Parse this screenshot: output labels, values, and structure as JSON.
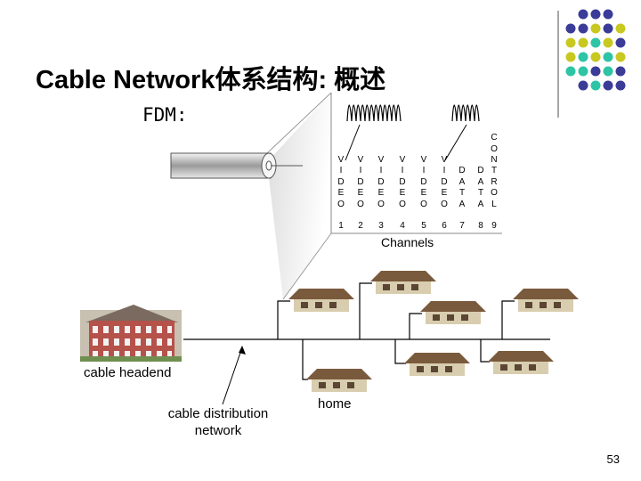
{
  "title": "Cable Network体系结构: 概述",
  "fdm_label": "FDM:",
  "channel_columns": [
    {
      "letters": [
        "V",
        "I",
        "D",
        "E",
        "O"
      ],
      "number": "1"
    },
    {
      "letters": [
        "V",
        "I",
        "D",
        "E",
        "O"
      ],
      "number": "2"
    },
    {
      "letters": [
        "V",
        "I",
        "D",
        "E",
        "O"
      ],
      "number": "3"
    },
    {
      "letters": [
        "V",
        "I",
        "D",
        "E",
        "O"
      ],
      "number": "4"
    },
    {
      "letters": [
        "V",
        "I",
        "D",
        "E",
        "O"
      ],
      "number": "5"
    },
    {
      "letters": [
        "V",
        "I",
        "D",
        "E",
        "O"
      ],
      "number": "6"
    },
    {
      "letters": [
        "D",
        "A",
        "T",
        "A"
      ],
      "number": "7"
    },
    {
      "letters": [
        "D",
        "A",
        "T",
        "A"
      ],
      "number": "8"
    },
    {
      "letters": [
        "C",
        "O",
        "N",
        "T",
        "R",
        "O",
        "L"
      ],
      "number": "9"
    }
  ],
  "channels_label": "Channels",
  "headend_label": "cable headend",
  "distribution_label": [
    "cable distribution",
    "network"
  ],
  "home_label": "home",
  "page_number": "53",
  "colors": {
    "purple": "#3b3b98",
    "yellow": "#c8c820",
    "teal": "#2ec4a6",
    "house_roof": "#7a5a3c",
    "house_wall": "#d9cdb0",
    "building": "#b5524a"
  },
  "icons": [
    "corner-dot-grid",
    "coax-cable-icon",
    "signal-wave-icon",
    "headend-building-icon",
    "house-icon"
  ]
}
